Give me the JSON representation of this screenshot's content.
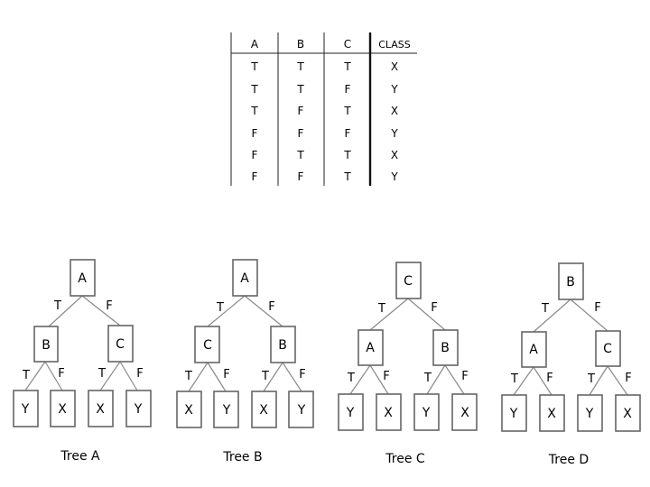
{
  "table": {
    "headers": [
      "A",
      "B",
      "C",
      "CLASS"
    ],
    "rows": [
      [
        "T",
        "T",
        "T",
        "X"
      ],
      [
        "T",
        "T",
        "F",
        "Y"
      ],
      [
        "T",
        "F",
        "T",
        "X"
      ],
      [
        "F",
        "F",
        "F",
        "Y"
      ],
      [
        "F",
        "T",
        "T",
        "X"
      ],
      [
        "F",
        "F",
        "T",
        "Y"
      ]
    ]
  },
  "trees": [
    {
      "caption": "Tree A",
      "root": "A",
      "left": "B",
      "right": "C",
      "leaves": [
        "Y",
        "X",
        "X",
        "Y"
      ]
    },
    {
      "caption": "Tree B",
      "root": "A",
      "left": "C",
      "right": "B",
      "leaves": [
        "X",
        "Y",
        "X",
        "Y"
      ]
    },
    {
      "caption": "Tree C",
      "root": "C",
      "left": "A",
      "right": "B",
      "leaves": [
        "Y",
        "X",
        "Y",
        "X"
      ]
    },
    {
      "caption": "Tree D",
      "root": "B",
      "left": "A",
      "right": "C",
      "leaves": [
        "Y",
        "X",
        "Y",
        "X"
      ]
    }
  ],
  "edge_labels": {
    "true_label": "T",
    "false_label": "F"
  }
}
